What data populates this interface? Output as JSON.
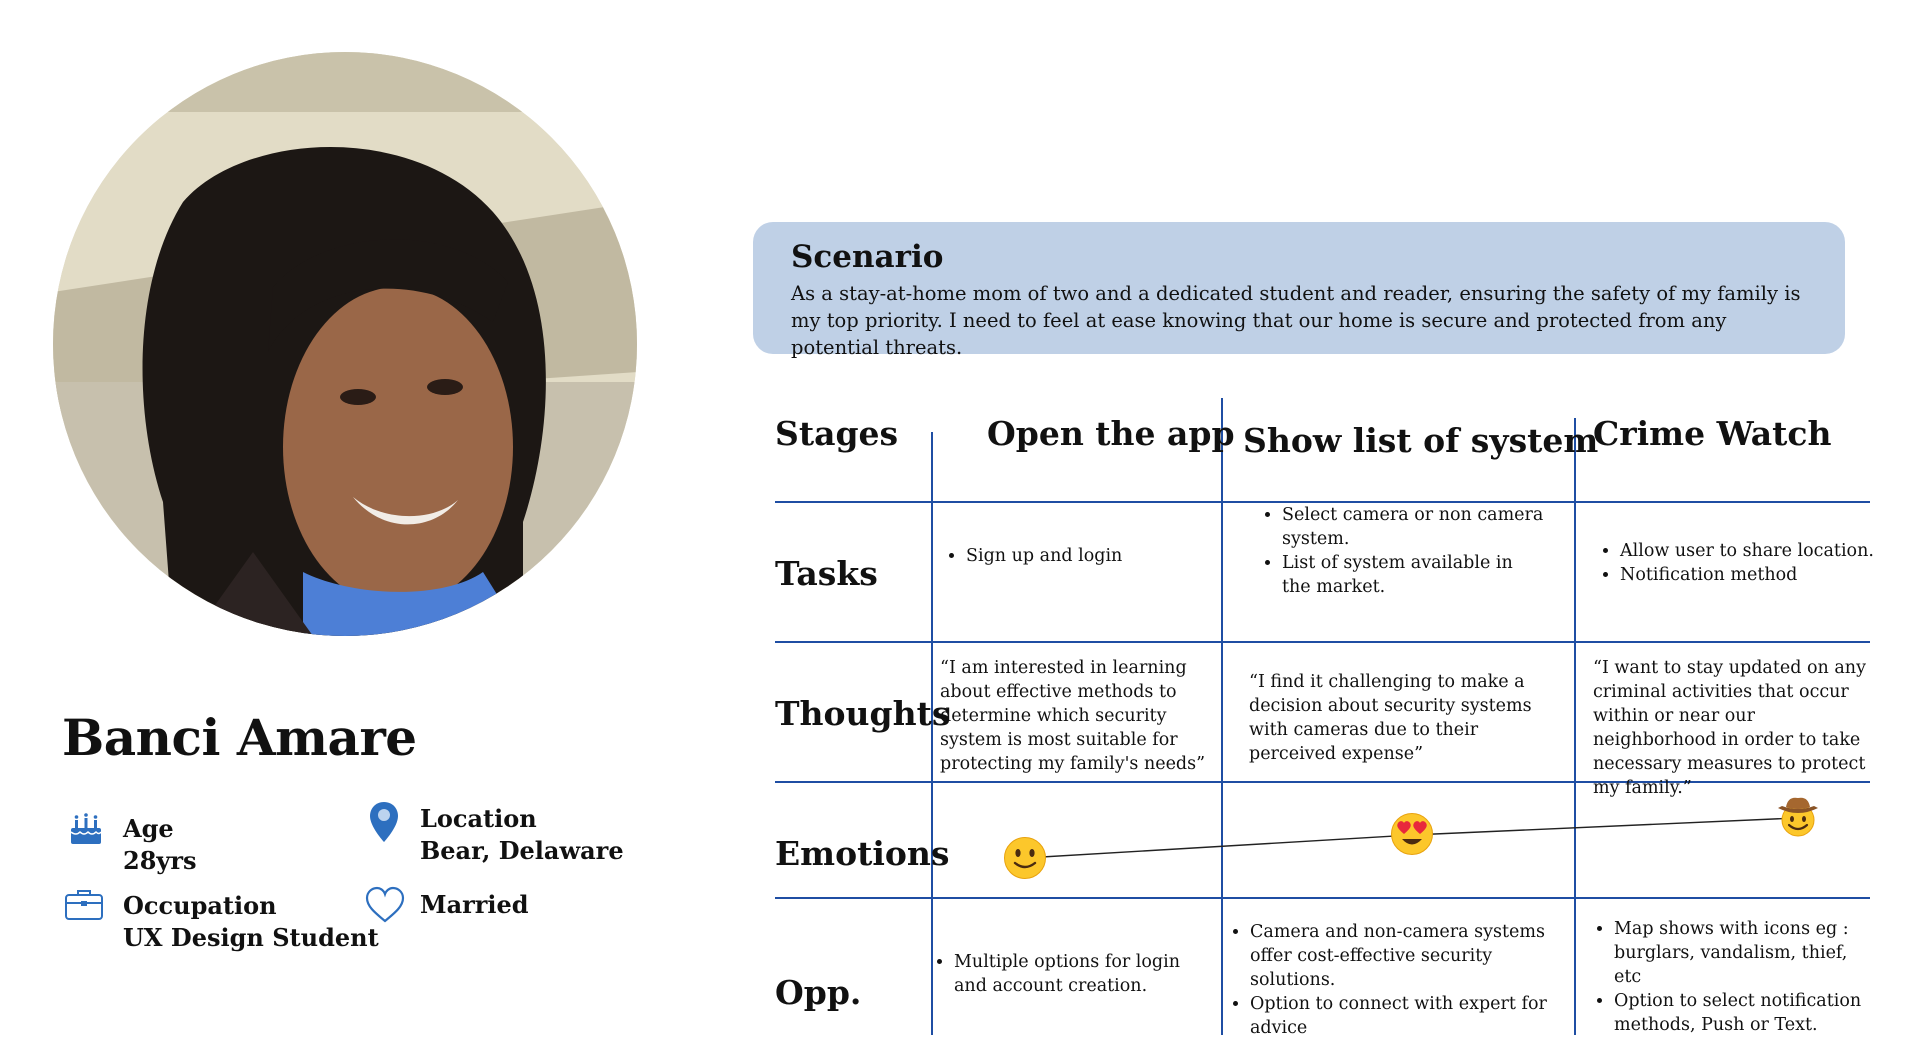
{
  "persona": {
    "name": "Banci Amare",
    "age_label": "Age",
    "age_value": "28yrs",
    "location_label": "Location",
    "location_value": "Bear, Delaware",
    "occupation_label": "Occupation",
    "occupation_value": "UX Design Student",
    "status": "Married",
    "icons": [
      "cake-icon",
      "location-pin-icon",
      "briefcase-icon",
      "heart-icon"
    ]
  },
  "scenario": {
    "title": "Scenario",
    "text": "As a stay-at-home mom of two and a dedicated student and reader, ensuring the safety of my family is my top priority. I need to feel at ease knowing that our home is secure and protected from any potential threats."
  },
  "journey": {
    "row_labels": [
      "Stages",
      "Tasks",
      "Thoughts",
      "Emotions",
      "Opp."
    ],
    "stages": [
      "Open the app",
      "Show list of system",
      "Crime Watch"
    ],
    "tasks": [
      [
        "Sign up and login"
      ],
      [
        "Select camera or non camera system.",
        "List of system available in the market."
      ],
      [
        "Allow user to share location.",
        "Notification method"
      ]
    ],
    "thoughts": [
      "“I am interested in learning about effective methods to determine which security system is most suitable for protecting my family's needs”",
      "“I find it challenging to make a decision about security systems with cameras due to their perceived expense”",
      "“I want to stay updated on any criminal activities that occur within or near our neighborhood in order to take necessary measures to protect my family.”"
    ],
    "emotions": [
      "slightly-smiling-emoji",
      "heart-eyes-emoji",
      "cowboy-emoji"
    ],
    "opportunities": [
      [
        "Multiple options for login and account creation."
      ],
      [
        "Camera and non-camera systems offer cost-effective security solutions.",
        "Option to connect with expert for advice"
      ],
      [
        "Map shows with icons eg : burglars, vandalism, thief, etc",
        "Option to select notification methods, Push or Text."
      ]
    ]
  },
  "colors": {
    "grid": "#1f4ea3",
    "scenario_bg": "#bfd0e6",
    "icon_blue": "#2d6fbf"
  }
}
